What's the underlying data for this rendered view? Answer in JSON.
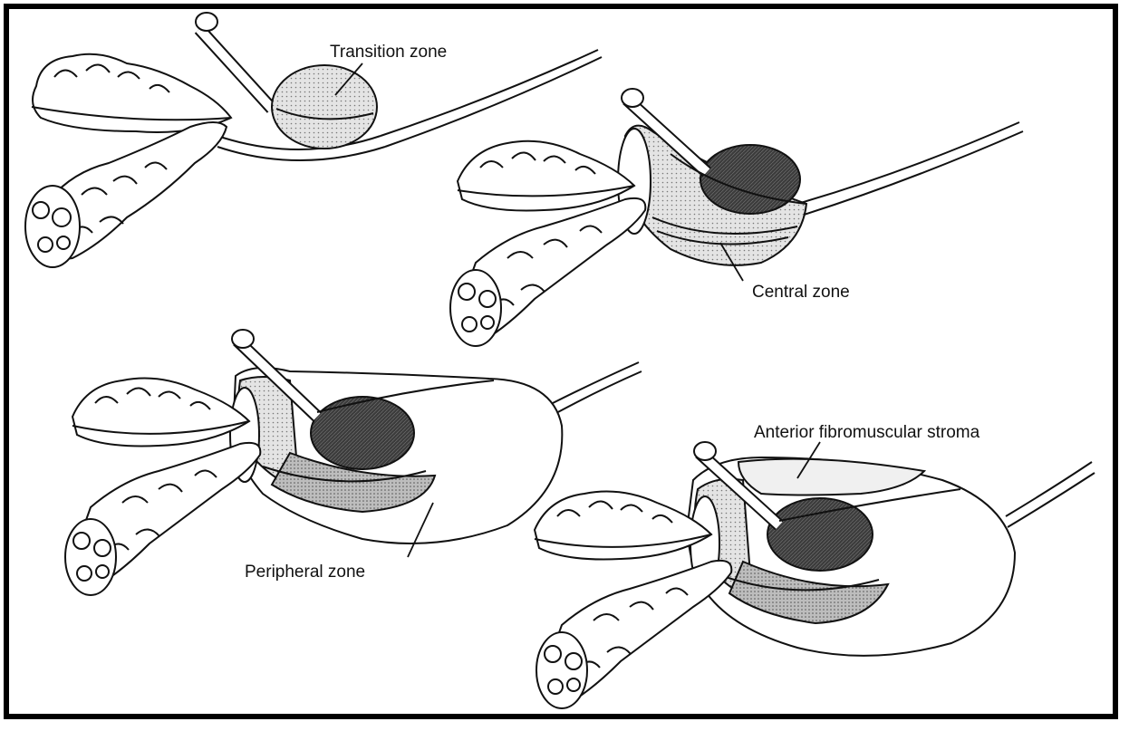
{
  "labels": {
    "transition": "Transition zone",
    "central": "Central zone",
    "peripheral": "Peripheral zone",
    "anterior": "Anterior fibromuscular stroma"
  },
  "colors": {
    "ink": "#111111",
    "stipple_light": "#d6d6d6",
    "stipple_mid": "#a9a9a9",
    "dark_lobe": "#3a3a3a"
  }
}
